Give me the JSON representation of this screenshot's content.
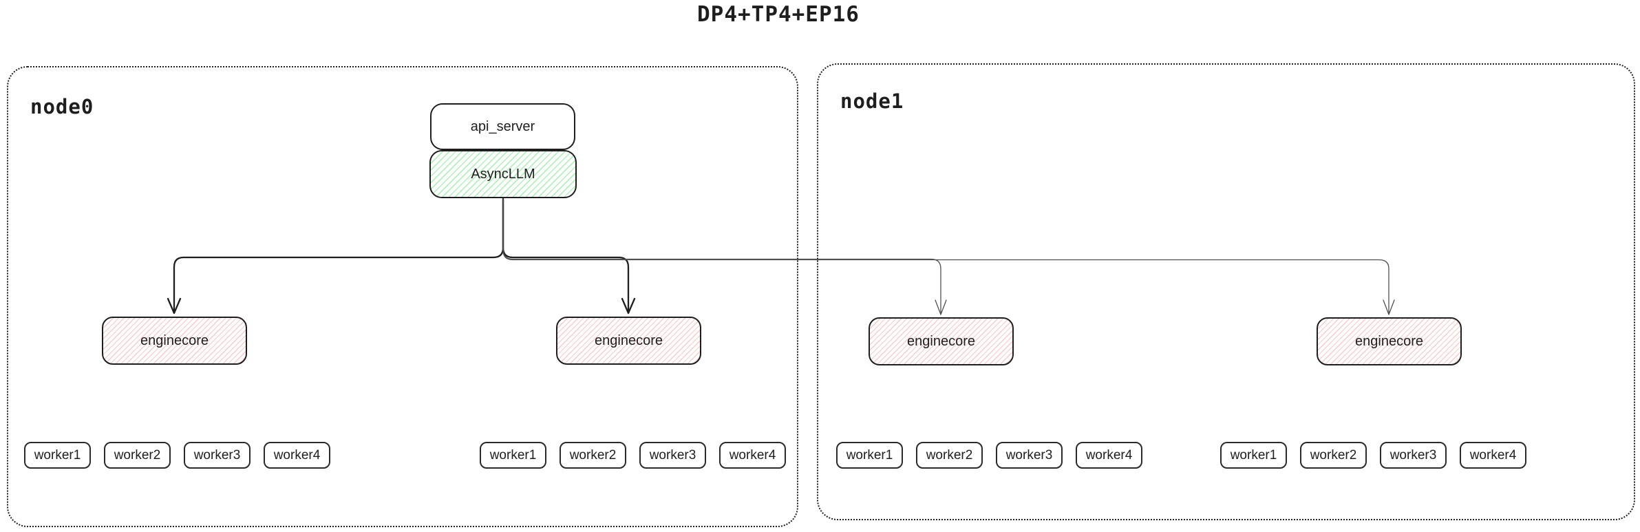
{
  "title": "DP4+TP4+EP16",
  "nodes": {
    "node0": {
      "label": "node0"
    },
    "node1": {
      "label": "node1"
    }
  },
  "components": {
    "api_server": "api_server",
    "async_llm": "AsyncLLM",
    "enginecore": "enginecore"
  },
  "workers": [
    "worker1",
    "worker2",
    "worker3",
    "worker4"
  ],
  "colors": {
    "ink": "#1e1e1e",
    "green_hatch": "#b2f2bb",
    "red_hatch": "#ffc9c9",
    "thin_line": "#505050"
  }
}
